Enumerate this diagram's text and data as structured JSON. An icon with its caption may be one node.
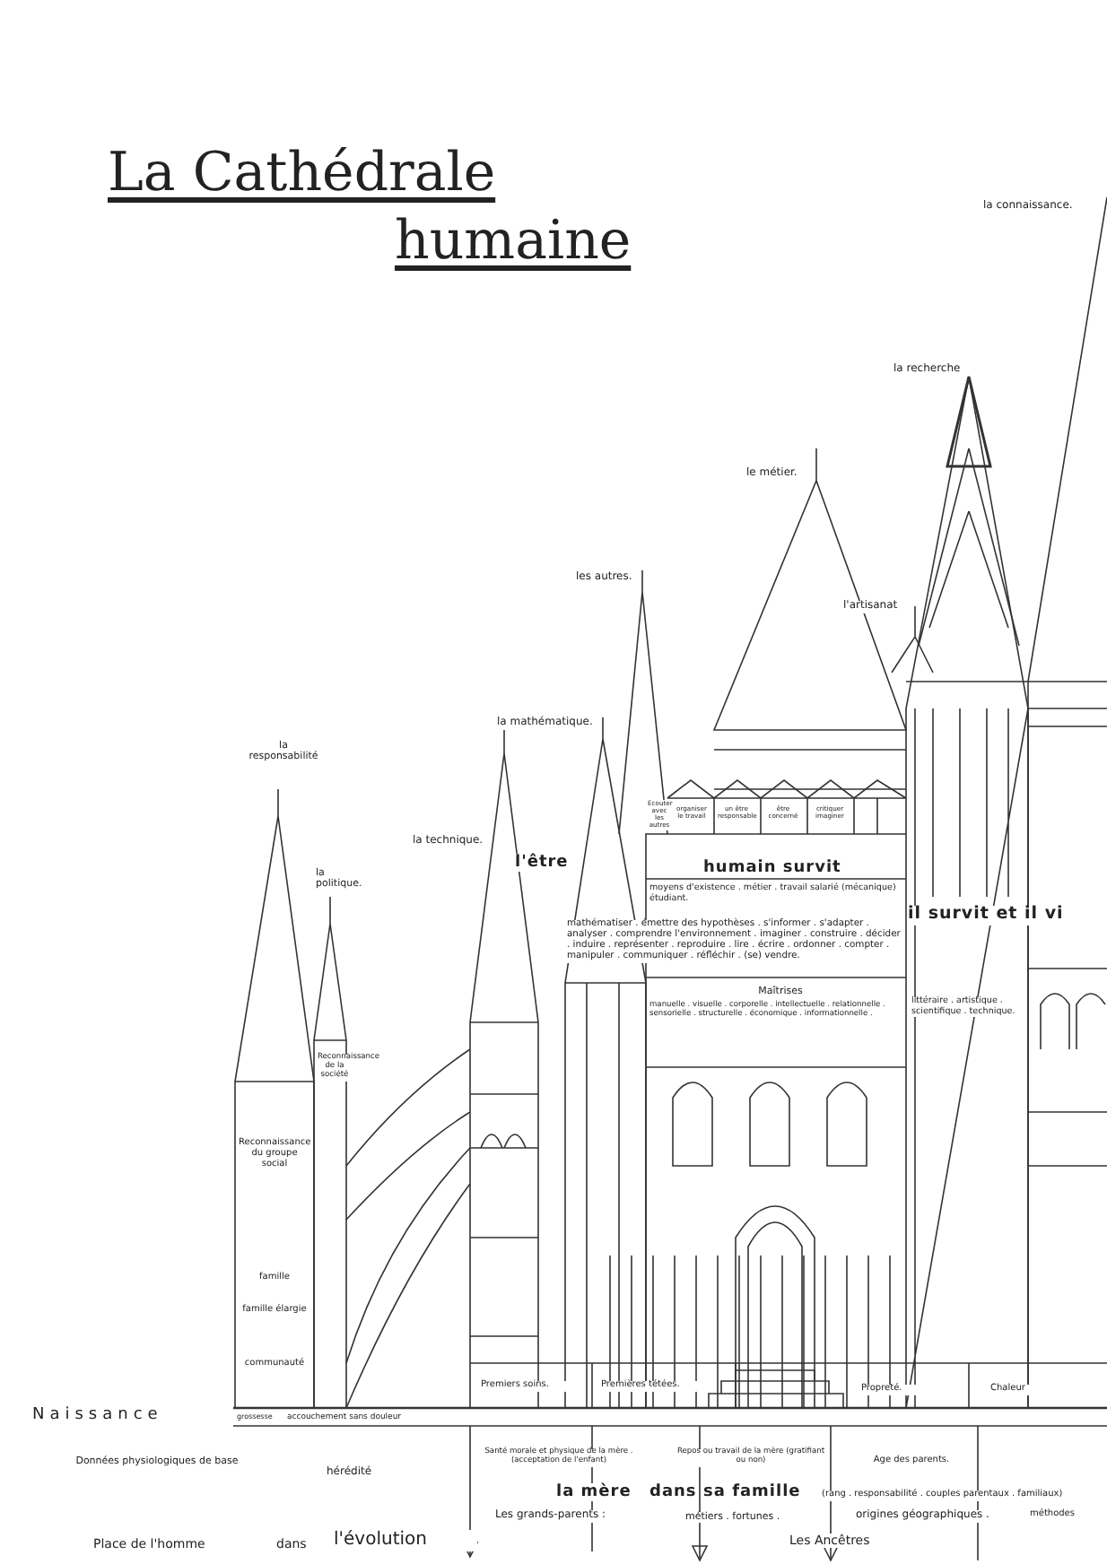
{
  "diagram": {
    "title": "La Cathédrale humaine",
    "labels": [
      "la connaissance.",
      "la recherche",
      "le métier.",
      "l'artisanat",
      "les autres.",
      "la mathématique.",
      "la responsabilité",
      "la technique.",
      "la politique.",
      "l'être",
      "humain survit",
      "Ecouter avec les autres",
      "organiser le travail",
      "un être responsable",
      "être concerné",
      "critiquer imaginer",
      "moyens d'existence . métier . travail salarié (mécanique) étudiant.",
      "mathématiser . émettre des hypothèses . s'informer . s'adapter . analyser . comprendre l'environnement . imaginer . construire . décider . induire . représenter . reproduire . lire . écrire . ordonner . compter . manipuler . communiquer . réfléchir . (se) vendre.",
      "il survit et il vi",
      "Maîtrises",
      "manuelle . visuelle . corporelle . intellectuelle . relationnelle . sensorielle . structurelle . économique . informationnelle .",
      "littéraire . artistique . scientifique . technique.",
      "Reconnaissance de la société",
      "Reconnaissance du groupe social",
      "famille",
      "famille élargie",
      "communauté",
      "Premiers soins.",
      "Premières tétées.",
      "Propreté.",
      "Chaleur",
      "Naissance",
      "grossesse",
      "accouchement sans douleur",
      "Données physiologiques de base",
      "hérédité",
      "Santé morale et physique de la mère . (acceptation de l'enfant)",
      "Repos ou travail de la mère (gratifiant ou non)",
      "Age des parents.",
      "la mère",
      "dans",
      "sa famille",
      "(rang . responsabilité . couples parentaux . familiaux)",
      "Les grands-parents :",
      "métiers . fortunes .",
      "origines géographiques .",
      "méthodes",
      "Place de l'homme",
      "dans",
      "l'évolution",
      "Les Ancêtres"
    ]
  }
}
